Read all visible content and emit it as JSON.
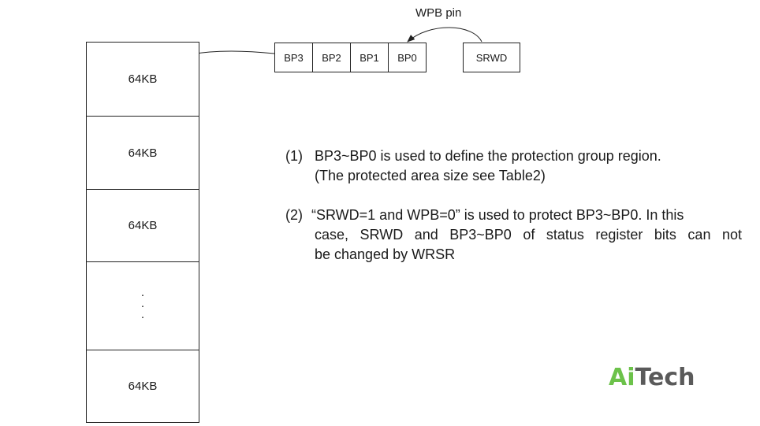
{
  "memory_blocks": [
    "64KB",
    "64KB",
    "64KB",
    "·",
    "64KB"
  ],
  "memory_ellipsis": [
    "·",
    "·",
    "·"
  ],
  "register_bits": [
    "BP3",
    "BP2",
    "BP1",
    "BP0"
  ],
  "srwd_label": "SRWD",
  "wpb_label": "WPB pin",
  "notes": {
    "note1_num": "(1)",
    "note1_line1": "BP3~BP0 is used to define the protection group region.",
    "note1_line2": "(The protected area size see Table2)",
    "note2_num": "(2)",
    "note2_line1": "“SRWD=1 and WPB=0” is used to protect BP3~BP0. In this",
    "note2_line2": "case, SRWD and BP3~BP0 of status register bits can not",
    "note2_line3": "be changed by WRSR"
  },
  "logo": {
    "ai": "Ai",
    "tech": "Tech",
    "ai_color": "#6cc24a",
    "tech_color": "#5a5a5a"
  }
}
